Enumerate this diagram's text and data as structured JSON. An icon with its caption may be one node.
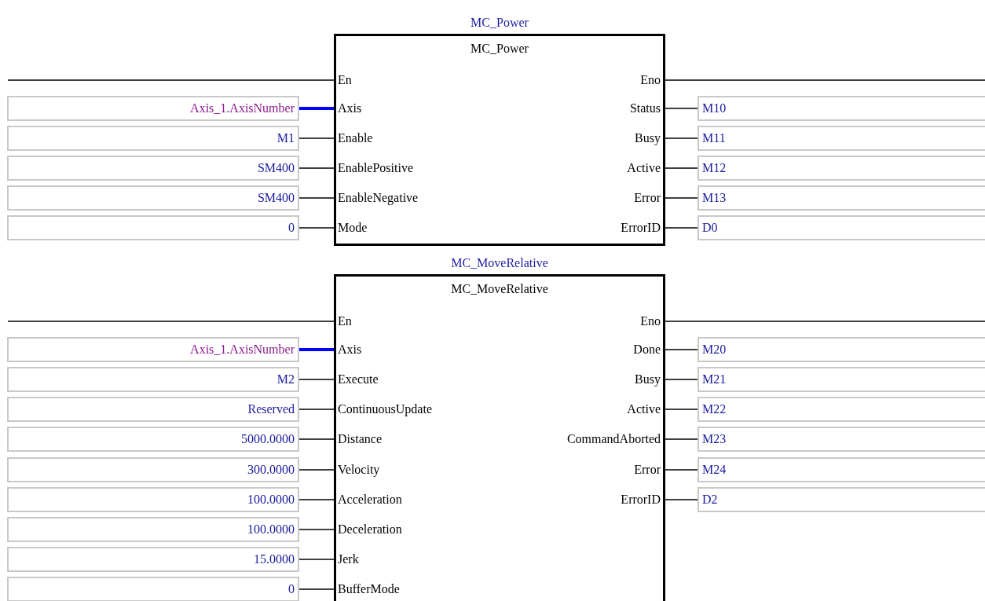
{
  "diagram": {
    "nodes": [
      {
        "text": [
          "MC_Power",
          "MC_Power"
        ]
      },
      {
        "text": [
          "En"
        ],
        "in": 0
      },
      {
        "text": [
          "Axis"
        ],
        "in": 0
      },
      {
        "text": [
          "Enable"
        ],
        "in": 0
      },
      {
        "text": [
          "EnablePositive"
        ],
        "in": 0
      },
      {
        "text": [
          "EnableNegative"
        ],
        "in": 0
      },
      {
        "text": [
          "Mode"
        ],
        "in": 0
      },
      {
        "text": [
          "Eno"
        ],
        "in": 0
      },
      {
        "text": [
          "Status"
        ],
        "in": 0
      },
      {
        "text": [
          "Busy"
        ],
        "in": 0
      },
      {
        "text": [
          "Active"
        ],
        "in": 0
      },
      {
        "text": [
          "Error"
        ],
        "in": 0
      },
      {
        "text": [
          "ErrorID"
        ],
        "in": 0
      },
      {
        "text": [
          "Axis_1.AxisNumber"
        ]
      },
      {
        "text": [
          "M1"
        ]
      },
      {
        "text": [
          "SM400"
        ]
      },
      {
        "text": [
          "SM400"
        ]
      },
      {
        "text": [
          "0"
        ]
      },
      {
        "text": [
          "M10"
        ]
      },
      {
        "text": [
          "M11"
        ]
      },
      {
        "text": [
          "M12"
        ]
      },
      {
        "text": [
          "M13"
        ]
      },
      {
        "text": [
          "D0"
        ]
      },
      {
        "text": [
          "MC_MoveRelative",
          "MC_MoveRelative"
        ]
      },
      {
        "text": [
          "En"
        ],
        "in": 23
      },
      {
        "text": [
          "Axis"
        ],
        "in": 23
      },
      {
        "text": [
          "Execute"
        ],
        "in": 23
      },
      {
        "text": [
          "ContinuousUpdate"
        ],
        "in": 23
      },
      {
        "text": [
          "Distance"
        ],
        "in": 23
      },
      {
        "text": [
          "Velocity"
        ],
        "in": 23
      },
      {
        "text": [
          "Acceleration"
        ],
        "in": 23
      },
      {
        "text": [
          "Deceleration"
        ],
        "in": 23
      },
      {
        "text": [
          "Jerk"
        ],
        "in": 23
      },
      {
        "text": [
          "BufferMode"
        ],
        "in": 23
      },
      {
        "text": [
          "Eno"
        ],
        "in": 23
      },
      {
        "text": [
          "Done"
        ],
        "in": 23
      },
      {
        "text": [
          "Busy"
        ],
        "in": 23
      },
      {
        "text": [
          "Active"
        ],
        "in": 23
      },
      {
        "text": [
          "CommandAborted"
        ],
        "in": 23
      },
      {
        "text": [
          "Error"
        ],
        "in": 23
      },
      {
        "text": [
          "ErrorID"
        ],
        "in": 23
      },
      {
        "text": [
          "Axis_1.AxisNumber"
        ]
      },
      {
        "text": [
          "M2"
        ]
      },
      {
        "text": [
          "Reserved"
        ]
      },
      {
        "text": [
          "5000.0000"
        ]
      },
      {
        "text": [
          "300.0000"
        ]
      },
      {
        "text": [
          "100.0000"
        ]
      },
      {
        "text": [
          "100.0000"
        ]
      },
      {
        "text": [
          "15.0000"
        ]
      },
      {
        "text": [
          "0"
        ]
      },
      {
        "text": [
          "M20"
        ]
      },
      {
        "text": [
          "M21"
        ]
      },
      {
        "text": [
          "M22"
        ]
      },
      {
        "text": [
          "M23"
        ]
      },
      {
        "text": [
          "M24"
        ]
      },
      {
        "text": [
          "D2"
        ]
      }
    ],
    "edges": [
      {
        "from": null,
        "to": 1,
        "arrow": "none"
      },
      {
        "from": 7,
        "to": null,
        "arrow": "none"
      },
      {
        "from": 13,
        "to": 2,
        "arrow": "none",
        "style": "thick",
        "color": "#0000ff"
      },
      {
        "from": 14,
        "to": 3,
        "arrow": "none"
      },
      {
        "from": 15,
        "to": 4,
        "arrow": "none"
      },
      {
        "from": 16,
        "to": 5,
        "arrow": "none"
      },
      {
        "from": 17,
        "to": 6,
        "arrow": "none"
      },
      {
        "from": 8,
        "to": 18,
        "arrow": "none"
      },
      {
        "from": 9,
        "to": 19,
        "arrow": "none"
      },
      {
        "from": 10,
        "to": 20,
        "arrow": "none"
      },
      {
        "from": 11,
        "to": 21,
        "arrow": "none"
      },
      {
        "from": 12,
        "to": 22,
        "arrow": "none"
      },
      {
        "from": null,
        "to": 24,
        "arrow": "none"
      },
      {
        "from": 34,
        "to": null,
        "arrow": "none"
      },
      {
        "from": 41,
        "to": 25,
        "arrow": "none",
        "style": "thick",
        "color": "#0000ff"
      },
      {
        "from": 42,
        "to": 26,
        "arrow": "none"
      },
      {
        "from": 43,
        "to": 27,
        "arrow": "none"
      },
      {
        "from": 44,
        "to": 28,
        "arrow": "none"
      },
      {
        "from": 45,
        "to": 29,
        "arrow": "none"
      },
      {
        "from": 46,
        "to": 30,
        "arrow": "none"
      },
      {
        "from": 47,
        "to": 31,
        "arrow": "none"
      },
      {
        "from": 48,
        "to": 32,
        "arrow": "none"
      },
      {
        "from": 49,
        "to": 33,
        "arrow": "none"
      },
      {
        "from": 35,
        "to": 50,
        "arrow": "none"
      },
      {
        "from": 36,
        "to": 51,
        "arrow": "none"
      },
      {
        "from": 37,
        "to": 52,
        "arrow": "none"
      },
      {
        "from": 38,
        "to": 53,
        "arrow": "none"
      },
      {
        "from": 39,
        "to": 54,
        "arrow": "none"
      },
      {
        "from": 40,
        "to": 55,
        "arrow": "none"
      }
    ]
  }
}
